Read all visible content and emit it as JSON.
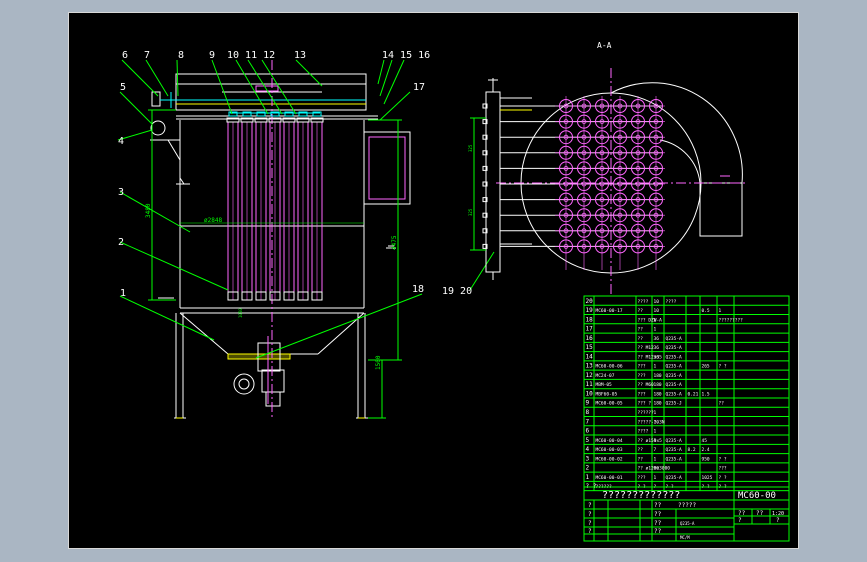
{
  "section_label": "A-A",
  "callouts": [
    {
      "text": "6"
    },
    {
      "text": "7"
    },
    {
      "text": "8"
    },
    {
      "text": "9"
    },
    {
      "text": "10 11 12"
    },
    {
      "text": "13"
    },
    {
      "text": "14 15 16"
    },
    {
      "text": "17"
    },
    {
      "text": "5"
    },
    {
      "text": "4"
    },
    {
      "text": "3"
    },
    {
      "text": "2"
    },
    {
      "text": "1"
    },
    {
      "text": "18"
    },
    {
      "text": "19 20"
    }
  ],
  "dimensions": {
    "left_height": "3480",
    "right_upper": "4475",
    "right_lower": "1500",
    "inner_width": "ø2848",
    "bottom_small": "1050"
  },
  "parts_table": {
    "rows": [
      {
        "no": "20",
        "code": "",
        "name": "????",
        "qty": "10",
        "mat": "????",
        "w1": "",
        "w2": "",
        "note": ""
      },
      {
        "no": "19",
        "code": "MC60-00-17",
        "name": "??",
        "qty": "10",
        "mat": "",
        "w1": "",
        "w2": "0.5",
        "note": "1"
      },
      {
        "no": "18",
        "code": "",
        "name": "??? DZW-A",
        "qty": "1",
        "mat": "",
        "w1": "",
        "w2": "",
        "note": "?????????"
      },
      {
        "no": "17",
        "code": "",
        "name": "??",
        "qty": "1",
        "mat": "",
        "w1": "",
        "w2": "",
        "note": ""
      },
      {
        "no": "16",
        "code": "",
        "name": "??",
        "qty": "36",
        "mat": "Q235-A",
        "w1": "",
        "w2": "",
        "note": ""
      },
      {
        "no": "15",
        "code": "",
        "name": "?? M12",
        "qty": "36",
        "mat": "Q235-A",
        "w1": "",
        "w2": "",
        "note": ""
      },
      {
        "no": "14",
        "code": "",
        "name": "?? M12x35",
        "qty": "36",
        "mat": "Q235-A",
        "w1": "",
        "w2": "",
        "note": ""
      },
      {
        "no": "13",
        "code": "MC60-00-06",
        "name": "???",
        "qty": "1",
        "mat": "Q235-A",
        "w1": "",
        "w2": "265",
        "note": "? ?"
      },
      {
        "no": "12",
        "code": "MC24-07",
        "name": "???",
        "qty": "180",
        "mat": "Q235-A",
        "w1": "",
        "w2": "",
        "note": ""
      },
      {
        "no": "11",
        "code": "MBM-05",
        "name": "?? M60",
        "qty": "180",
        "mat": "Q235-A",
        "w1": "",
        "w2": "",
        "note": ""
      },
      {
        "no": "10",
        "code": "MBF60-05",
        "name": "???",
        "qty": "180",
        "mat": "Q235-A",
        "w1": "0.21",
        "w2": "1.5",
        "note": ""
      },
      {
        "no": "9",
        "code": "MC60-00-05",
        "name": "??? ?",
        "qty": "180",
        "mat": "Q235-J",
        "w1": "",
        "w2": "",
        "note": "??"
      },
      {
        "no": "8",
        "code": "",
        "name": "??????",
        "qty": "1",
        "mat": "",
        "w1": "",
        "w2": "",
        "note": ""
      },
      {
        "no": "7",
        "code": "",
        "name": "?????-?-3N",
        "qty": "10",
        "mat": "",
        "w1": "",
        "w2": "",
        "note": ""
      },
      {
        "no": "6",
        "code": "",
        "name": "????",
        "qty": "1",
        "mat": "",
        "w1": "",
        "w2": "",
        "note": ""
      },
      {
        "no": "5",
        "code": "MC60-00-04",
        "name": "?? ø159x5",
        "qty": "1",
        "mat": "Q235-A",
        "w1": "",
        "w2": "45",
        "note": ""
      },
      {
        "no": "4",
        "code": "MC60-00-03",
        "name": "??",
        "qty": "7",
        "mat": "Q235-A",
        "w1": "8.2",
        "w2": "2.4",
        "note": ""
      },
      {
        "no": "3",
        "code": "MC60-00-02",
        "name": "??",
        "qty": "1",
        "mat": "Q235-A",
        "w1": "",
        "w2": "950",
        "note": "? ?"
      },
      {
        "no": "2",
        "code": "",
        "name": "?? ø120x3000",
        "qty": "60",
        "mat": "",
        "w1": "",
        "w2": "",
        "note": "???"
      },
      {
        "no": "1",
        "code": "MC60-00-01",
        "name": "???",
        "qty": "1",
        "mat": "Q235-A",
        "w1": "",
        "w2": "1025",
        "note": "? ?"
      }
    ],
    "header": {
      "no": "? ?",
      "code": "??????",
      "name": "? ?",
      "qty": "?",
      "mat": "? ?",
      "w1": "",
      "w2": "? ?",
      "note": "? ?"
    }
  },
  "title_block": {
    "title": "?????????????",
    "drawing_no": "MC60-00",
    "designer_label": "??",
    "designer_value": "?????",
    "check_label": "??",
    "material_label": "??",
    "material_value": "Q235-A",
    "scale_label": "??",
    "scale_value": "1:20",
    "weight_label": "??",
    "approve_label": "??",
    "date_value": "MC/M",
    "sheet_labels": [
      "?",
      "?",
      "?",
      "?",
      "?",
      "?"
    ]
  }
}
